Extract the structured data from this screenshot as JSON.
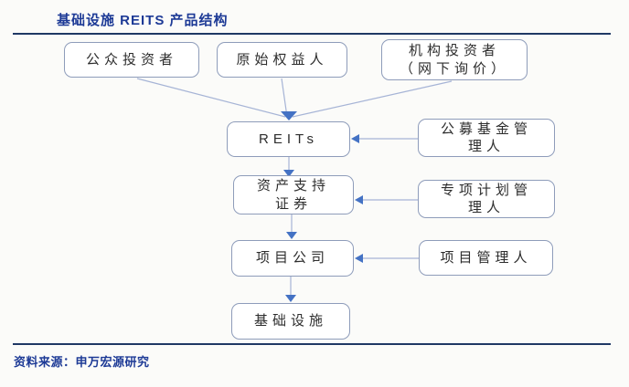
{
  "page": {
    "title": "基础设施 REITS 产品结构",
    "source": "资料来源：申万宏源研究"
  },
  "colors": {
    "title_text": "#1d3a96",
    "rule": "#1f3864",
    "box_border": "#8e9cba",
    "box_text": "#2d2d2d",
    "connector_line": "#a6b4d6",
    "arrowhead": "#4472c4",
    "bg": "#fbfbf9"
  },
  "diagram": {
    "nodes": [
      {
        "id": "public-investors",
        "label": "公众投资者"
      },
      {
        "id": "original-equity-holder",
        "label": "原始权益人"
      },
      {
        "id": "institutional-investors",
        "label": "机构投资者\n（网下询价）"
      },
      {
        "id": "reits",
        "label": "REITs"
      },
      {
        "id": "public-fund-manager",
        "label": "公募基金管\n理人"
      },
      {
        "id": "abs",
        "label": "资产支持\n证券"
      },
      {
        "id": "special-plan-manager",
        "label": "专项计划管\n理人"
      },
      {
        "id": "project-company",
        "label": "项目公司"
      },
      {
        "id": "project-manager",
        "label": "项目管理人"
      },
      {
        "id": "infrastructure",
        "label": "基础设施"
      }
    ],
    "edges": [
      {
        "from": "public-investors",
        "to": "reits"
      },
      {
        "from": "original-equity-holder",
        "to": "reits"
      },
      {
        "from": "institutional-investors",
        "to": "reits"
      },
      {
        "from": "public-fund-manager",
        "to": "reits"
      },
      {
        "from": "reits",
        "to": "abs"
      },
      {
        "from": "special-plan-manager",
        "to": "abs"
      },
      {
        "from": "abs",
        "to": "project-company"
      },
      {
        "from": "project-manager",
        "to": "project-company"
      },
      {
        "from": "project-company",
        "to": "infrastructure"
      }
    ]
  }
}
